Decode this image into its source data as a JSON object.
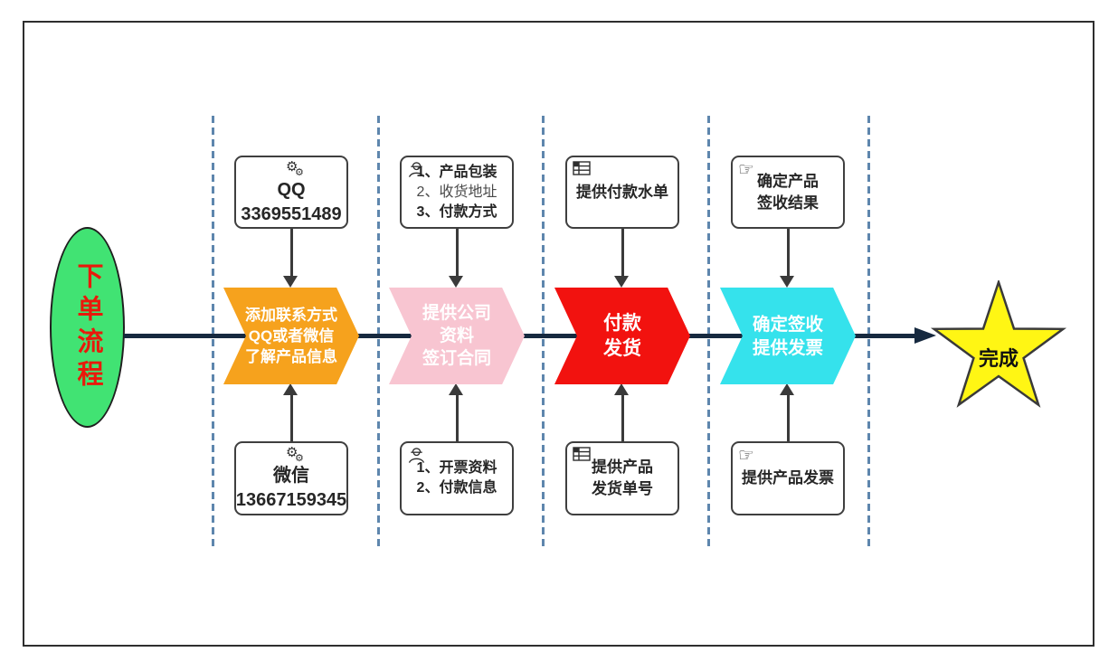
{
  "start": {
    "label": "下单流程"
  },
  "end": {
    "label": "完成"
  },
  "steps": [
    {
      "label_lines": [
        "添加联系方式",
        "QQ或者微信",
        "了解产品信息"
      ],
      "color": "#F6A21D",
      "top_box": {
        "icon": "gears-icon",
        "lines": [
          "QQ",
          "3369551489"
        ]
      },
      "bottom_box": {
        "icon": "gears-icon",
        "lines": [
          "微信",
          "13667159345"
        ]
      }
    },
    {
      "label_lines": [
        "提供公司",
        "资料",
        "签订合同"
      ],
      "color": "#F8C5D1",
      "top_box": {
        "icon": "worker-icon",
        "lines": [
          "1、产品包装",
          "2、收货地址",
          "3、付款方式"
        ]
      },
      "bottom_box": {
        "icon": "worker-icon",
        "lines": [
          "1、开票资料",
          "2、付款信息"
        ]
      }
    },
    {
      "label_lines": [
        "付款",
        "发货"
      ],
      "color": "#F2120F",
      "top_box": {
        "icon": "table-icon",
        "lines": [
          "提供付款水单"
        ]
      },
      "bottom_box": {
        "icon": "table-icon",
        "lines": [
          "提供产品",
          "发货单号"
        ]
      }
    },
    {
      "label_lines": [
        "确定签收",
        "提供发票"
      ],
      "color": "#35E2EC",
      "top_box": {
        "icon": "pointing-hand-icon",
        "lines": [
          "确定产品",
          "签收结果"
        ]
      },
      "bottom_box": {
        "icon": "pointing-hand-icon",
        "lines": [
          "提供产品发票"
        ]
      }
    }
  ],
  "colors": {
    "main_line": "#16293F",
    "dashed_guide": "#5E86AD",
    "start_fill": "#41E373",
    "start_text": "#E9190B",
    "end_fill": "#FFF614",
    "chevron_text": "#FFFFFF"
  }
}
